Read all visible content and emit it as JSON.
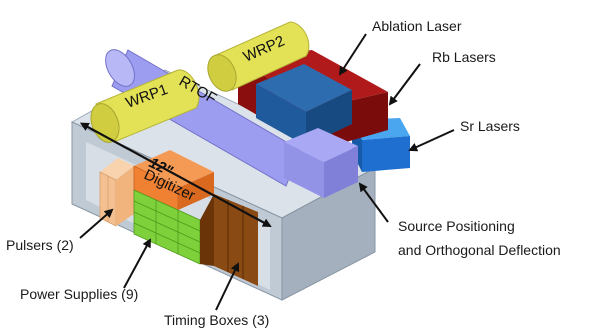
{
  "diagram": {
    "components": {
      "wrp1": "WRP1",
      "wrp2": "WRP2",
      "rtof": "RTOF",
      "digitizer": "Digitizer",
      "dimension": "12\""
    },
    "callouts": {
      "ablation_laser": "Ablation Laser",
      "rb_lasers": "Rb Lasers",
      "sr_lasers": "Sr Lasers",
      "source_positioning_line1": "Source Positioning",
      "source_positioning_line2": "and Orthogonal Deflection",
      "pulsers": "Pulsers (2)",
      "power_supplies": "Power Supplies (9)",
      "timing_boxes": "Timing Boxes (3)"
    },
    "colors": {
      "chassis": "#b3bfcc",
      "cylinder_yellow": "#e3e155",
      "rtof_tube": "#9c9cf0",
      "ablation_laser": "#8b0e0e",
      "rb_lasers": "#1f5a9c",
      "sr_lasers": "#1e6fd0",
      "pulsers": "#f4c091",
      "digitizer": "#f08133",
      "power_supplies": "#7ed13a",
      "timing_boxes": "#8a4a14"
    }
  }
}
